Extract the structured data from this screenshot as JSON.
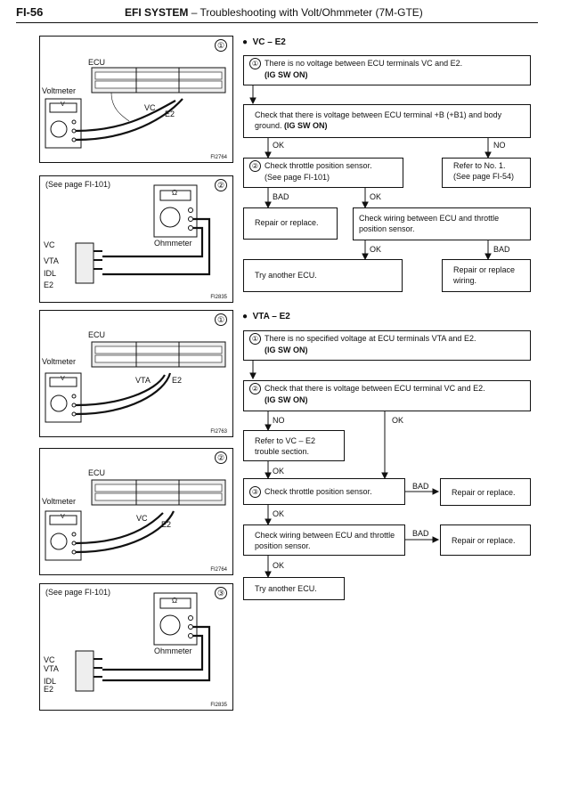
{
  "header": {
    "page": "FI-56",
    "system": "EFI SYSTEM",
    "subtitle": "– Troubleshooting with Volt/Ohmmeter (7M-GTE)"
  },
  "figures": {
    "fig1": {
      "num": "①",
      "ecu": "ECU",
      "meter": "Voltmeter",
      "meter_face": "V",
      "t1": "VC",
      "t2": "E2",
      "code": "FI2764"
    },
    "fig2": {
      "ref": "(See page FI-101)",
      "num": "②",
      "meter": "Ohmmeter",
      "meter_face": "Ω",
      "pins": [
        "VC",
        "VTA",
        "IDL",
        "E2"
      ],
      "code": "FI2835"
    },
    "fig3": {
      "num": "①",
      "ecu": "ECU",
      "meter": "Voltmeter",
      "meter_face": "V",
      "t1": "VTA",
      "t2": "E2",
      "code": "FI2763"
    },
    "fig4": {
      "num": "②",
      "ecu": "ECU",
      "meter": "Voltmeter",
      "meter_face": "V",
      "t1": "VC",
      "t2": "E2",
      "code": "FI2764"
    },
    "fig5": {
      "ref": "(See page FI-101)",
      "num": "③",
      "meter": "Ohmmeter",
      "meter_face": "Ω",
      "pins": [
        "VC",
        "VTA",
        "IDL",
        "E2"
      ],
      "code": "FI2835"
    }
  },
  "vc": {
    "title": "VC – E2",
    "step1_num": "①",
    "step1_text": "There is no voltage between ECU terminals VC and E2.",
    "step1_cond": "(IG SW ON)",
    "check_b1": "Check that there is voltage between ECU terminal +B (+B1) and body ground.",
    "check_b1_cond": "(IG SW ON)",
    "ok1": "OK",
    "no1": "NO",
    "step2_num": "②",
    "step2_text": "Check throttle position sensor.",
    "step2_ref": "(See page FI-101)",
    "refer_text": "Refer to No. 1.",
    "refer_ref": "(See page FI-54)",
    "bad1": "BAD",
    "ok2": "OK",
    "repair": "Repair or replace.",
    "wiring": "Check wiring between ECU and throttle position sensor.",
    "ok3": "OK",
    "bad2": "BAD",
    "another": "Try another ECU.",
    "repair_wiring": "Repair or replace wiring."
  },
  "vta": {
    "title": "VTA – E2",
    "step1_num": "①",
    "step1_text": "There is no specified voltage at ECU terminals VTA and E2.",
    "step1_cond": "(IG SW ON)",
    "step2_num": "②",
    "step2_text": "Check that there is voltage between ECU terminal VC and E2.",
    "step2_cond": "(IG SW ON)",
    "no": "NO",
    "ok_right": "OK",
    "refer": "Refer to VC – E2 trouble section.",
    "ok_a": "OK",
    "step3_num": "③",
    "step3_text": "Check throttle position sensor.",
    "bad_a": "BAD",
    "repair_a": "Repair or replace.",
    "ok_b": "OK",
    "wiring": "Check wiring between ECU and throttle position sensor.",
    "bad_b": "BAD",
    "repair_b": "Repair or replace.",
    "ok_c": "OK",
    "another": "Try another ECU."
  }
}
